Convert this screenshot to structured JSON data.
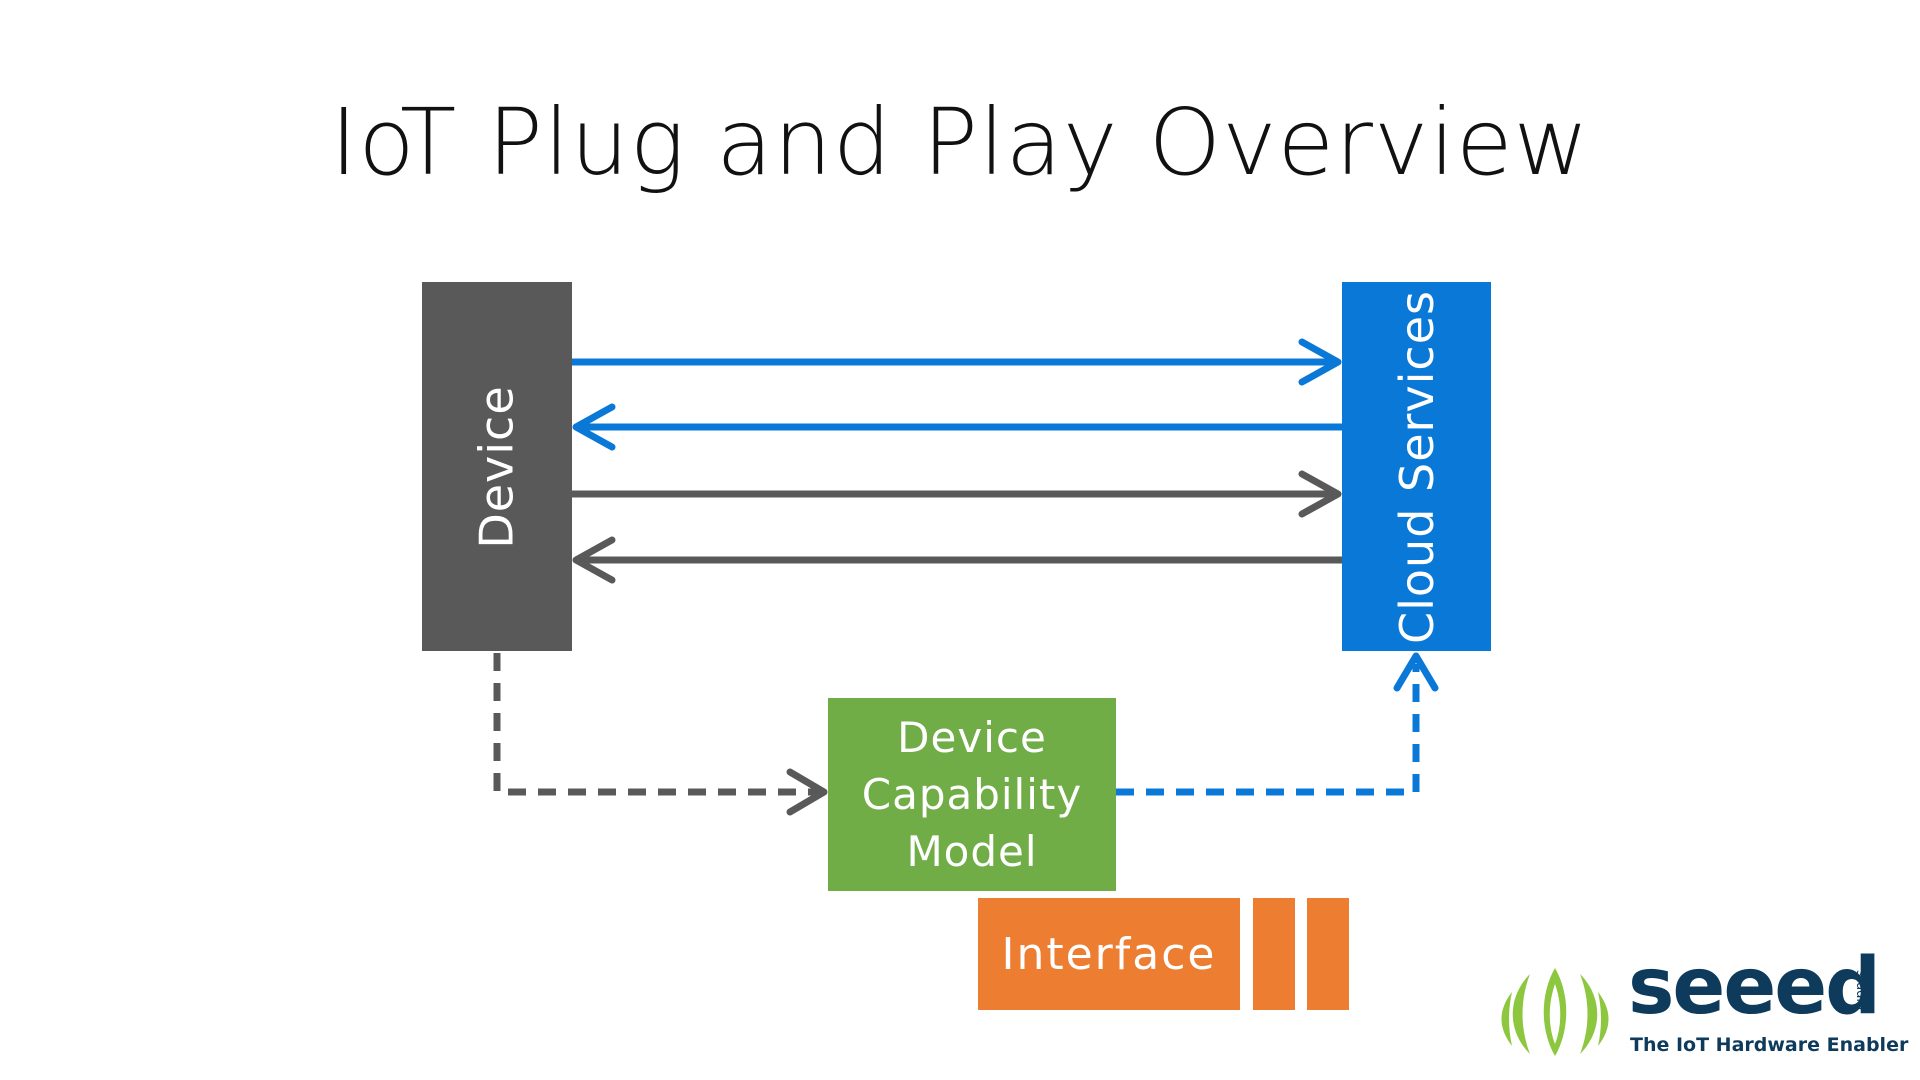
{
  "title": "IoT Plug and Play Overview",
  "nodes": {
    "device": {
      "label": "Device",
      "color": "#595959"
    },
    "cloud": {
      "label": "Cloud Services",
      "color": "#0A78D7"
    },
    "capability_model": {
      "lines": [
        "Device",
        "Capability",
        "Model"
      ],
      "color": "#70AD47"
    },
    "interface": {
      "label": "Interface",
      "color": "#ED7D31"
    }
  },
  "edges": [
    {
      "from": "device",
      "to": "cloud",
      "style": "solid",
      "color": "#0A78D7"
    },
    {
      "from": "cloud",
      "to": "device",
      "style": "solid",
      "color": "#0A78D7"
    },
    {
      "from": "device",
      "to": "cloud",
      "style": "solid",
      "color": "#595959"
    },
    {
      "from": "cloud",
      "to": "device",
      "style": "solid",
      "color": "#595959"
    },
    {
      "from": "device",
      "to": "capability_model",
      "style": "dashed",
      "color": "#595959"
    },
    {
      "from": "capability_model",
      "to": "cloud",
      "style": "dashed",
      "color": "#0A78D7"
    }
  ],
  "logo": {
    "word": "seeed",
    "sub": "studio",
    "tagline": "The IoT Hardware Enabler",
    "icon": "seeed-leaf-icon"
  }
}
